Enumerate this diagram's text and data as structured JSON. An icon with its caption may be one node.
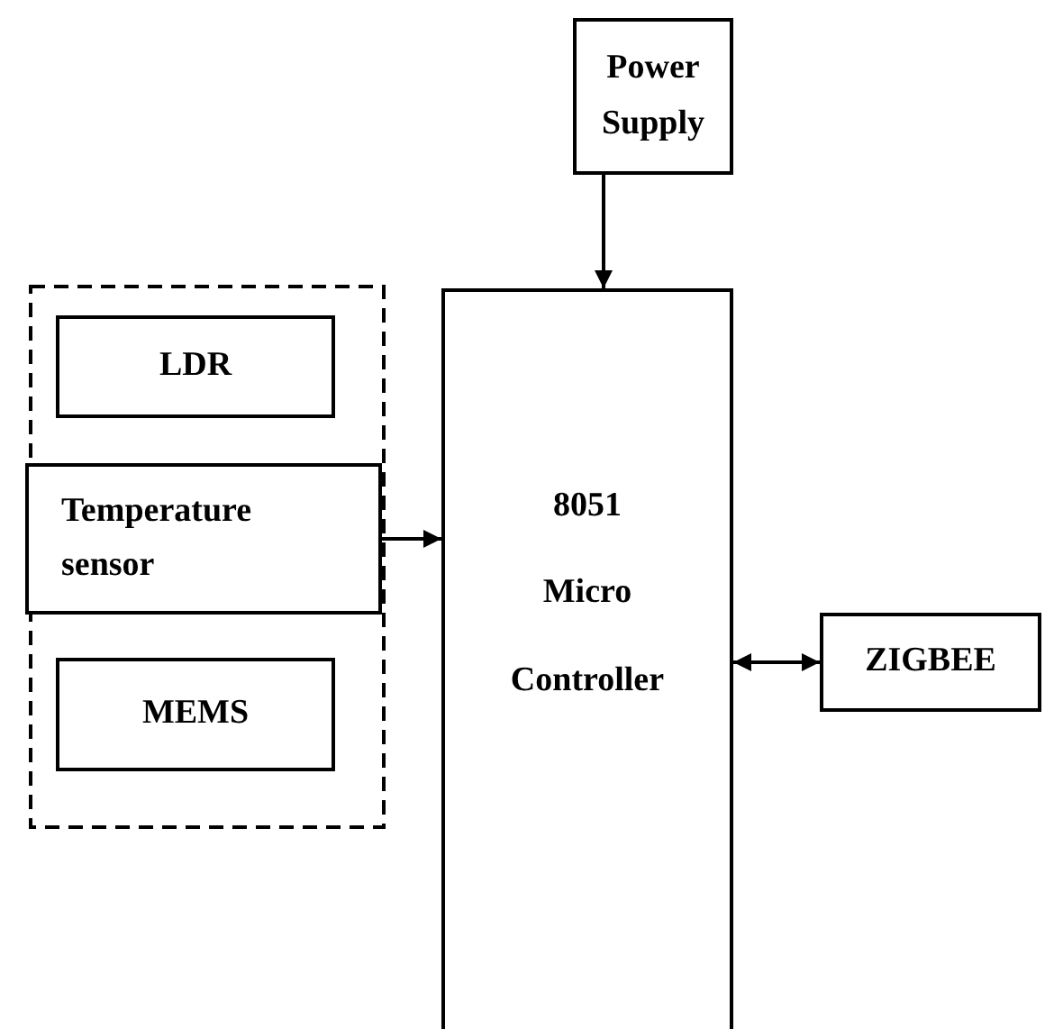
{
  "diagram": {
    "nodes": [
      {
        "text": [],
        "shape": "box"
      },
      {
        "text": [
          "LDR"
        ],
        "in": 0
      },
      {
        "text": [
          "Temperature sensor"
        ],
        "in": 0
      },
      {
        "text": [
          "MEMS"
        ],
        "in": 0
      },
      {
        "text": [
          "Power Supply"
        ]
      },
      {
        "text": [
          "8051 Micro Controller"
        ]
      },
      {
        "text": [
          "ZIGBEE"
        ]
      }
    ],
    "edges": [
      {
        "from": 4,
        "to": 5,
        "arrow": "to"
      },
      {
        "from": 2,
        "to": 5,
        "arrow": "to"
      },
      {
        "from": 5,
        "to": 6,
        "arrow": "both"
      }
    ]
  }
}
